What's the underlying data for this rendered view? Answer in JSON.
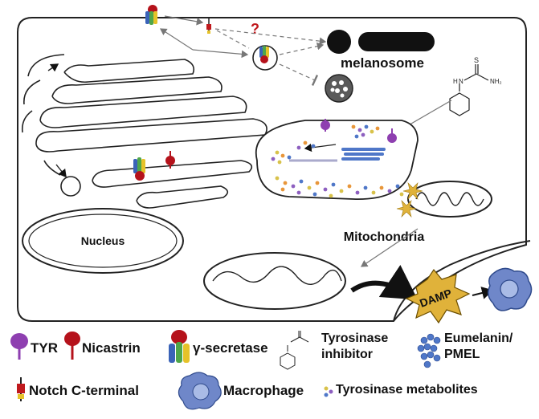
{
  "diagram": {
    "labels": {
      "melanosome": "melanosome",
      "nucleus": "Nucleus",
      "mitochondria": "Mitochondria",
      "damp": "DAMP",
      "question": "?"
    },
    "inhibitor_molecule": {
      "atom_s": "S",
      "atom_nh": "N",
      "atom_nh_h": "H",
      "atom_nh2": "NH₂"
    },
    "legend": {
      "tyr": "TYR",
      "nicastrin": "Nicastrin",
      "gamma_secretase": "γ-secretase",
      "tyrosinase_inhibitor_line1": "Tyrosinase",
      "tyrosinase_inhibitor_line2": "inhibitor",
      "eumelanin_line1": "Eumelanin/",
      "eumelanin_line2": "PMEL",
      "notch_c_terminal": "Notch C-terminal",
      "macrophage": "Macrophage",
      "tyrosinase_metabolites": "Tyrosinase metabolites"
    },
    "colors": {
      "tyr": "#8e3fb0",
      "nicastrin": "#b5121b",
      "gs_blue": "#3a63b8",
      "gs_green": "#4fa64a",
      "gs_yellow": "#e6c229",
      "notch": "#c0191d",
      "damp": "#e0b23a",
      "macrophage": "#6f87c9",
      "metab_orange": "#e8963a",
      "metab_purple": "#8d5fc0",
      "metab_blue": "#4f77c8",
      "metab_yellow": "#d8c24a"
    }
  }
}
